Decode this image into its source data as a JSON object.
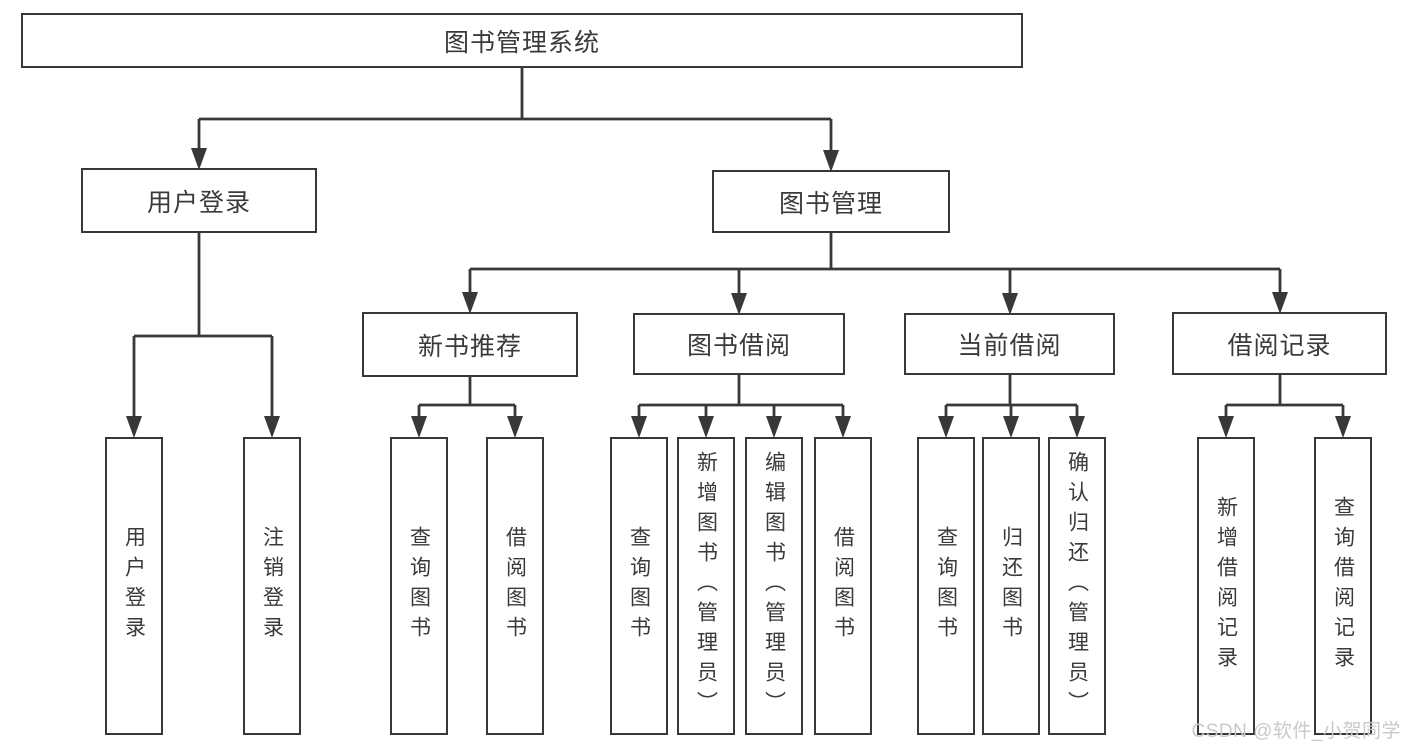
{
  "diagram": {
    "nodes": {
      "root": "图书管理系统",
      "user_login": "用户登录",
      "book_mgmt": "图书管理",
      "new_book_rec": "新书推荐",
      "book_borrow": "图书借阅",
      "current_borrow": "当前借阅",
      "borrow_record": "借阅记录",
      "leaf_user_login": "用户登录",
      "leaf_logout": "注销登录",
      "leaf_rec_query_book": "查询图书",
      "leaf_rec_borrow_book": "借阅图书",
      "leaf_bb_query_book": "查询图书",
      "leaf_bb_add_book_admin": "新增图书（管理员）",
      "leaf_bb_edit_book_admin": "编辑图书（管理员）",
      "leaf_bb_borrow_book": "借阅图书",
      "leaf_cb_query_book": "查询图书",
      "leaf_cb_return_book": "归还图书",
      "leaf_cb_confirm_return_admin": "确认归还（管理员）",
      "leaf_br_add_record": "新增借阅记录",
      "leaf_br_query_record": "查询借阅记录"
    },
    "colors": {
      "line": "#383838",
      "text": "#3a3a3a",
      "background": "#ffffff",
      "watermark_text": "#c9c9c9"
    }
  },
  "watermark": {
    "text": "CSDN @软件_小贺同学"
  }
}
